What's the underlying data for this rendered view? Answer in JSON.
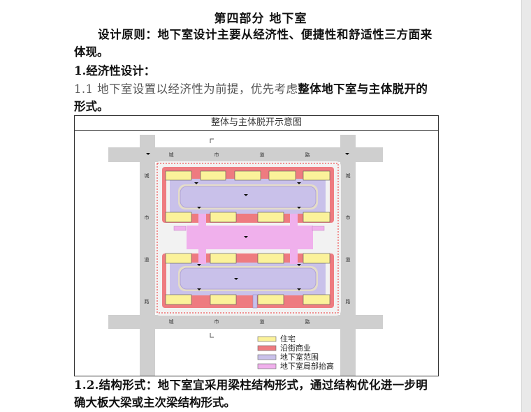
{
  "heading": "第四部分  地下室",
  "para1": {
    "line1": "设计原则：地下室设计主要从经济性、便捷性和舒适性三方面来",
    "line2": "体现。"
  },
  "section1": "1.经济性设计：",
  "item11": {
    "prefix": "1.1 地下室设置以经济性为前提，优先考虑",
    "bold": "整体地下室与主体脱开的",
    "line2": "形式。"
  },
  "figure": {
    "caption": "整体与主体脱开示意图",
    "road_label": [
      "城",
      "市",
      "道",
      "路"
    ],
    "legend": [
      {
        "label": "住宅",
        "color": "#fbf29a"
      },
      {
        "label": "沿街商业",
        "color": "#ee7b80"
      },
      {
        "label": "地下室范围",
        "color": "#c9c1ea"
      },
      {
        "label": "地下室局部抬高",
        "color": "#f0b0ec"
      }
    ]
  },
  "item12": {
    "line1": "1.2.结构形式：地下室宜采用梁柱结构形式，通过结构优化进一步明",
    "line2": "确大板大梁或主次梁结构形式。"
  }
}
